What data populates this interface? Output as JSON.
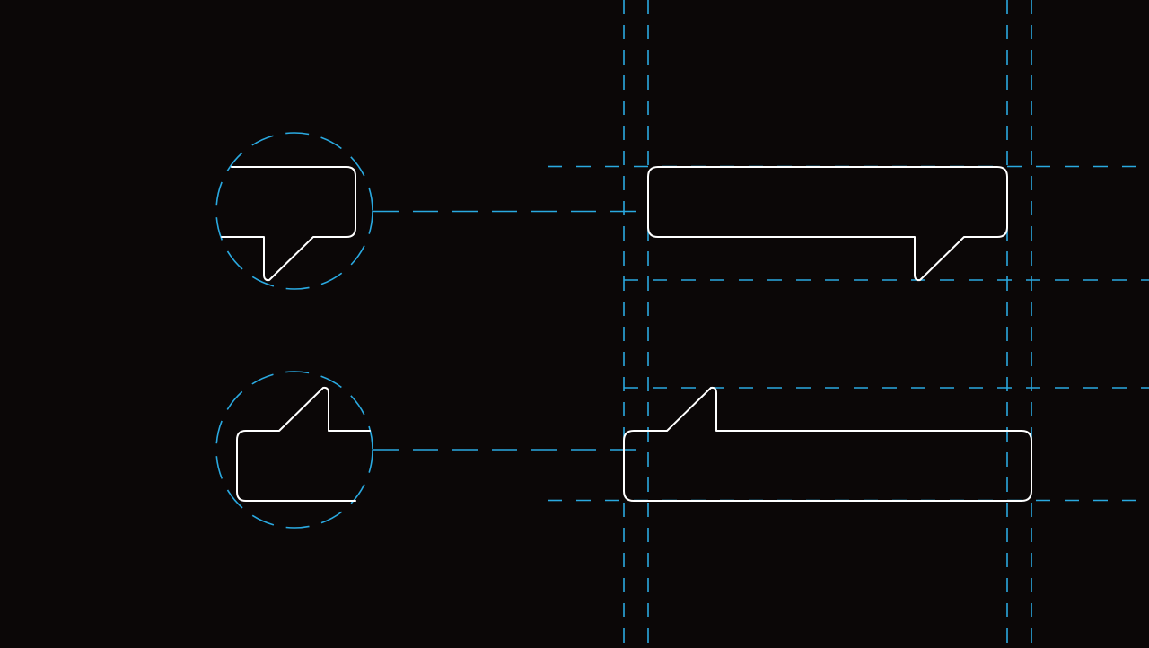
{
  "diagram": {
    "colors": {
      "background": "#0b0707",
      "guide": "#2aa9e0",
      "outline": "#ffffff"
    },
    "elements": [
      {
        "name": "speech-bubble-tail-bottom-right-zoom",
        "kind": "outline"
      },
      {
        "name": "speech-bubble-tail-bottom-right",
        "kind": "outline"
      },
      {
        "name": "speech-bubble-tail-top-left-zoom",
        "kind": "outline"
      },
      {
        "name": "speech-bubble-tail-top-left",
        "kind": "outline"
      }
    ]
  }
}
